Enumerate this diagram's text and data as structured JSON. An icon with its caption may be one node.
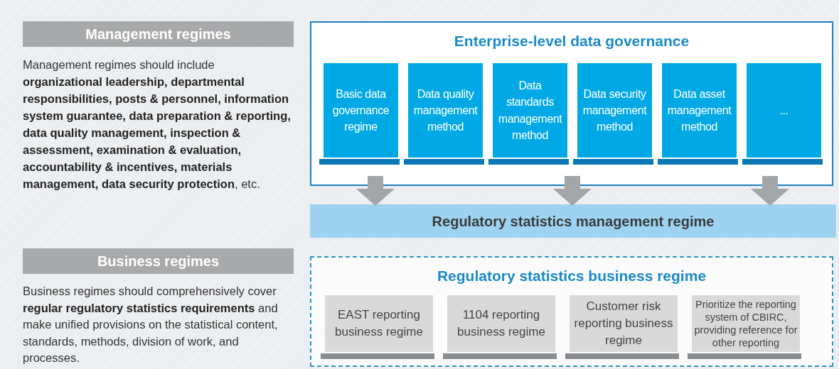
{
  "diagram": {
    "nodes": [
      {
        "text": [
          "Management regimes"
        ]
      },
      {
        "text": [
          "Business regimes"
        ]
      },
      {
        "text": [
          "Enterprise-level data governance"
        ]
      },
      {
        "text": [
          "Basic data governance regime"
        ],
        "in": 2
      },
      {
        "text": [
          "Data quality management method"
        ],
        "in": 2
      },
      {
        "text": [
          "Data standards management method"
        ],
        "in": 2
      },
      {
        "text": [
          "Data security management method"
        ],
        "in": 2
      },
      {
        "text": [
          "Data asset management method"
        ],
        "in": 2
      },
      {
        "text": [
          "..."
        ],
        "in": 2
      },
      {
        "text": [
          "Regulatory statistics management regime"
        ]
      },
      {
        "text": [
          "Regulatory statistics business regime"
        ]
      },
      {
        "text": [
          "EAST reporting business regime"
        ],
        "in": 10
      },
      {
        "text": [
          "1104 reporting business regime"
        ],
        "in": 10
      },
      {
        "text": [
          "Customer risk reporting business regime"
        ],
        "in": 10
      },
      {
        "text": [
          "Prioritize the reporting system of CBIRC, providing reference for other reporting"
        ],
        "in": 10
      }
    ],
    "edges": [
      {
        "from": 2,
        "to": 9,
        "arrow": "to"
      },
      {
        "from": 2,
        "to": 9,
        "arrow": "to"
      },
      {
        "from": 2,
        "to": 9,
        "arrow": "to"
      }
    ],
    "labels": [
      "Management regimes should include **organizational leadership, departmental responsibilities, posts & personnel, information system guarantee, data preparation & reporting, data quality management, inspection & assessment, examination & evaluation, accountability & incentives, materials management, data security protection**, etc.",
      "Business regimes should comprehensively cover **regular regulatory statistics requirements** and make unified provisions on the statistical content, standards, methods, division of work, and processes."
    ]
  }
}
